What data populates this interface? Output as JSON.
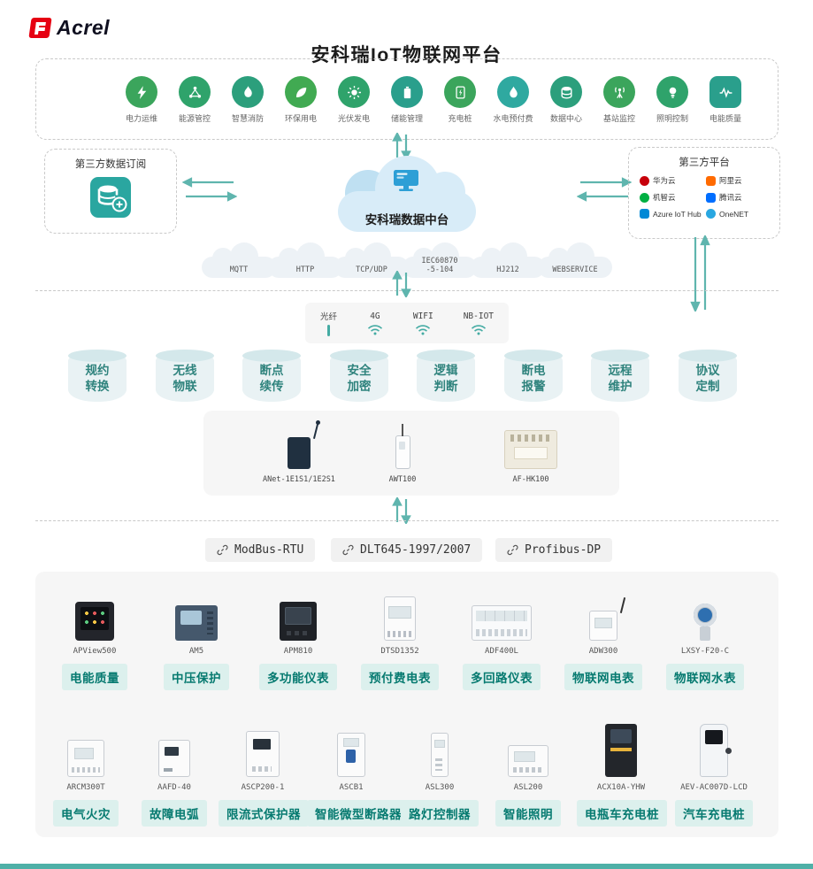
{
  "logo": {
    "text": "Acrel"
  },
  "title": "安科瑞IoT物联网平台",
  "apps": [
    {
      "label": "电力运维",
      "icon": "bolt-icon"
    },
    {
      "label": "能源管控",
      "icon": "nodes-icon"
    },
    {
      "label": "智慧消防",
      "icon": "flame-icon"
    },
    {
      "label": "环保用电",
      "icon": "leaf-icon"
    },
    {
      "label": "光伏发电",
      "icon": "sun-icon"
    },
    {
      "label": "储能管理",
      "icon": "battery-icon"
    },
    {
      "label": "充电桩",
      "icon": "charging-pile-icon"
    },
    {
      "label": "水电预付费",
      "icon": "droplet-icon"
    },
    {
      "label": "数据中心",
      "icon": "database-icon"
    },
    {
      "label": "基站监控",
      "icon": "antenna-icon"
    },
    {
      "label": "照明控制",
      "icon": "bulb-icon"
    },
    {
      "label": "电能质量",
      "icon": "waveform-icon"
    }
  ],
  "left_panel": {
    "title": "第三方数据订阅"
  },
  "cloud": {
    "label": "安科瑞数据中台"
  },
  "right_panel": {
    "title": "第三方平台",
    "brands": [
      {
        "name": "华为云",
        "color": "#C7000B"
      },
      {
        "name": "阿里云",
        "color": "#FF6A00"
      },
      {
        "name": "机智云",
        "color": "#00B042"
      },
      {
        "name": "腾讯云",
        "color": "#006EFF"
      },
      {
        "name": "Azure IoT Hub",
        "color": "#0089D6"
      },
      {
        "name": "OneNET",
        "color": "#29A7E1"
      }
    ]
  },
  "transport_protocols": [
    "MQTT",
    "HTTP",
    "TCP/UDP",
    "IEC60870\n-5-104",
    "HJ212",
    "WEBSERVICE"
  ],
  "connectivity": [
    "光纤",
    "4G",
    "WIFI",
    "NB-IOT"
  ],
  "features": [
    "规约\n转换",
    "无线\n物联",
    "断点\n续传",
    "安全\n加密",
    "逻辑\n判断",
    "断电\n报警",
    "远程\n维护",
    "协议\n定制"
  ],
  "gateways": [
    {
      "model": "ANet-1E1S1/1E2S1"
    },
    {
      "model": "AWT100"
    },
    {
      "model": "AF-HK100"
    }
  ],
  "field_protocols": [
    "ModBus-RTU",
    "DLT645-1997/2007",
    "Profibus-DP"
  ],
  "devices": {
    "row1": [
      {
        "model": "APView500",
        "label": "电能质量"
      },
      {
        "model": "AM5",
        "label": "中压保护"
      },
      {
        "model": "APM810",
        "label": "多功能仪表"
      },
      {
        "model": "DTSD1352",
        "label": "预付费电表"
      },
      {
        "model": "ADF400L",
        "label": "多回路仪表"
      },
      {
        "model": "ADW300",
        "label": "物联网电表"
      },
      {
        "model": "LXSY-F20-C",
        "label": "物联网水表"
      }
    ],
    "row2": [
      {
        "model": "ARCM300T",
        "label": "电气火灾"
      },
      {
        "model": "AAFD-40",
        "label": "故障电弧"
      },
      {
        "model": "ASCP200-1",
        "label": "限流式保护器"
      },
      {
        "model": "ASCB1",
        "label": "智能微型断路器"
      },
      {
        "model": "ASL300",
        "label": "路灯控制器"
      },
      {
        "model": "ASL200",
        "label": "智能照明"
      },
      {
        "model": "ACX10A-YHW",
        "label": "电瓶车充电桩"
      },
      {
        "model": "AEV-AC007D-LCD",
        "label": "汽车充电桩"
      }
    ]
  },
  "colors": {
    "accent_teal": "#5FB5AE",
    "app_green": "#3BA55C",
    "tag_bg": "#DCF0ED",
    "tag_text": "#067A70",
    "cloud_blue": "#D8ECF8",
    "footer_bar": "#4FB0A7"
  }
}
